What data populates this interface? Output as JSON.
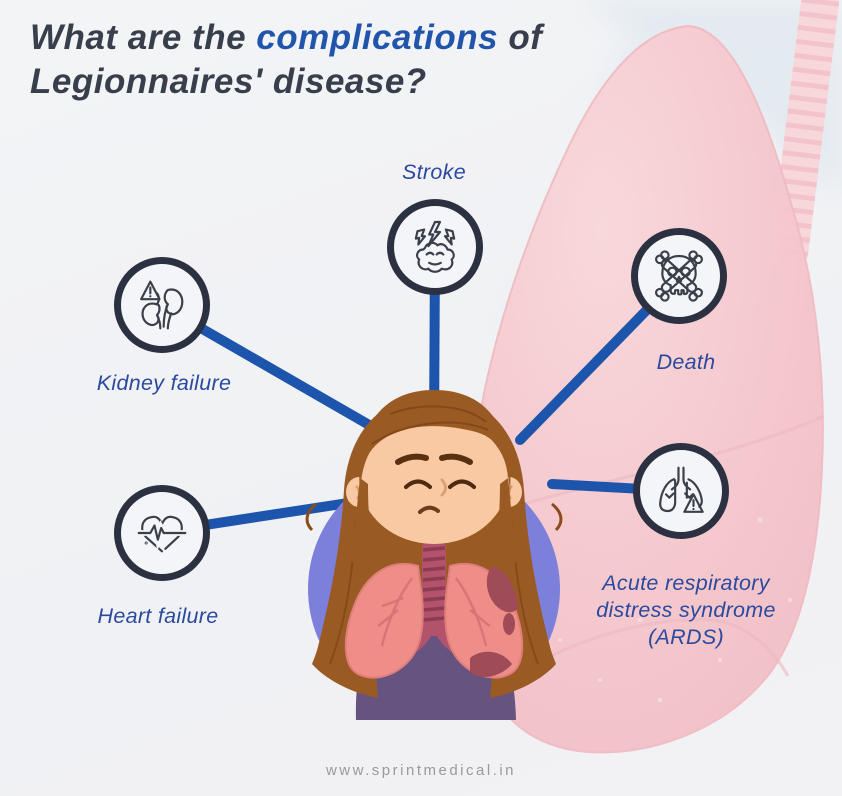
{
  "title": {
    "prefix": "What are the ",
    "highlight": "complications",
    "suffix": " of",
    "line2": "Legionnaires' disease?"
  },
  "nodes": {
    "stroke": {
      "label": "Stroke",
      "icon": "brain-stroke-icon"
    },
    "kidney": {
      "label": "Kidney failure",
      "icon": "kidney-warning-icon"
    },
    "heart": {
      "label": "Heart failure",
      "icon": "heart-ecg-icon"
    },
    "death": {
      "label": "Death",
      "icon": "skull-crossbones-icon"
    },
    "ards": {
      "label_lines": [
        "Acute respiratory",
        "distress syndrome",
        "(ARDS)"
      ],
      "icon": "lungs-warning-icon"
    }
  },
  "illustrations": {
    "background": "large pink lung with trachea",
    "center": "sick girl with infected lungs"
  },
  "footer": {
    "website": "www.sprintmedical.in"
  },
  "colors": {
    "accent_blue": "#2155ab",
    "label_blue": "#2b4a9e",
    "title_dark": "#383e4b",
    "connector_blue": "#1d55ad",
    "node_ring": "#2b3140",
    "node_fill": "#f4f5f8",
    "lung_pink": "#f6cbd0",
    "girl_circle_purple": "#7c80da",
    "torso_purple": "#665380",
    "lung_salmon": "#ef8d88",
    "damage_red": "#a04b58",
    "hair_brown": "#9a5a24",
    "skin": "#f8c9a2",
    "footer_gray": "#9a9a9a",
    "background": "#f2f3f5"
  }
}
